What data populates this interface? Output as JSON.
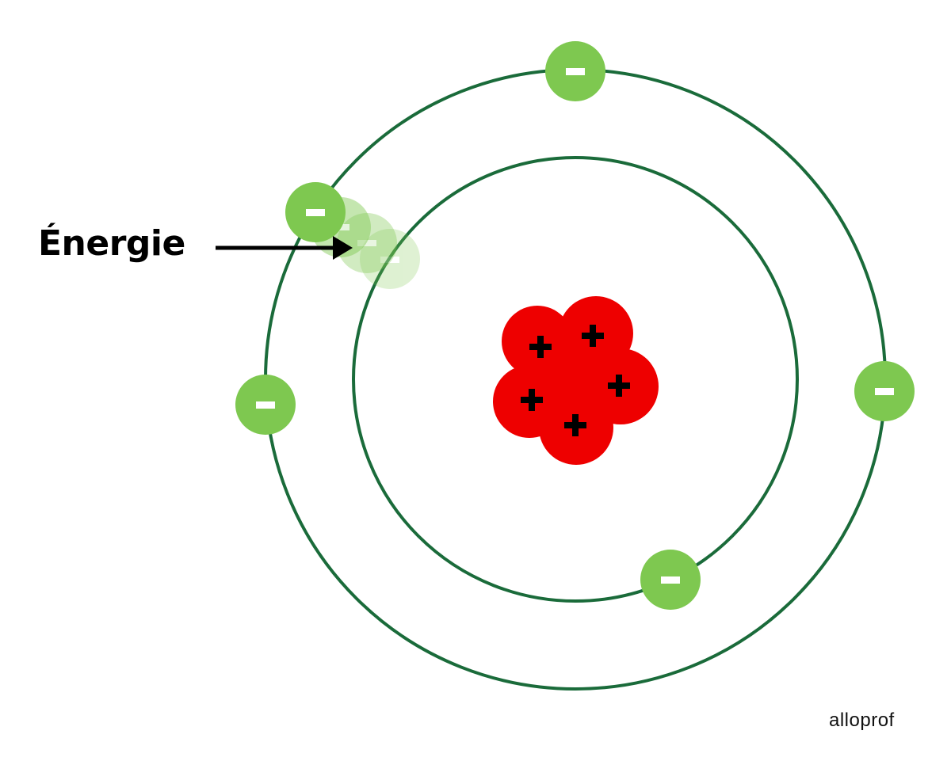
{
  "label": "Énergie",
  "logo": "alloprof",
  "colors": {
    "orbit": "#1a6b3a",
    "electron": "#7ec850",
    "proton": "#ee0000",
    "sign": "#000000"
  },
  "electron_sign": "-",
  "proton_sign": "+",
  "counts": {
    "protons": 5,
    "electrons": 5,
    "orbits": 2
  }
}
